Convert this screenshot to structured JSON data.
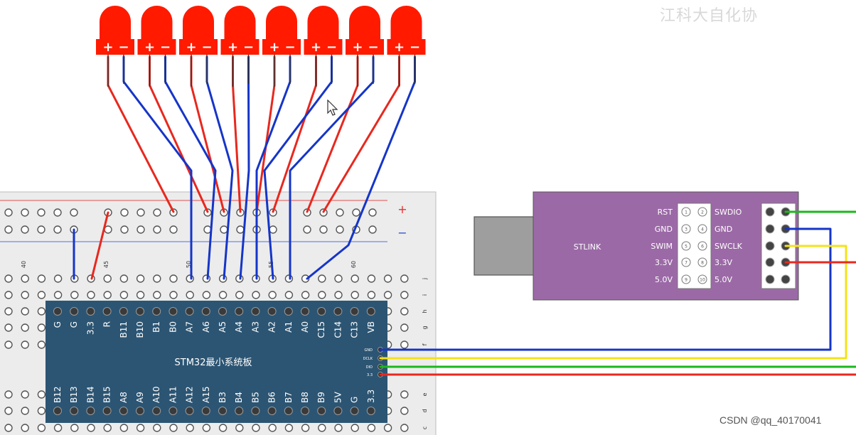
{
  "leds": {
    "count": 8,
    "polarity_plus": "+",
    "polarity_minus": "−",
    "color": "#ff1a00"
  },
  "breadboard": {
    "rail_plus": "+",
    "rail_minus": "−",
    "col_numbers": [
      "40",
      "45",
      "50",
      "55",
      "60"
    ],
    "row_letters_top": [
      "j",
      "i",
      "h",
      "g",
      "f"
    ],
    "row_letters_bottom": [
      "e",
      "d",
      "c"
    ]
  },
  "mcu": {
    "title": "STM32最小系统板",
    "pins_top": [
      "G",
      "G",
      "3.3",
      "R",
      "B11",
      "B10",
      "B1",
      "B0",
      "A7",
      "A6",
      "A5",
      "A4",
      "A3",
      "A2",
      "A1",
      "A0",
      "C15",
      "C14",
      "C13",
      "VB"
    ],
    "pins_bottom": [
      "B12",
      "B13",
      "B14",
      "B15",
      "A8",
      "A9",
      "A10",
      "A11",
      "A12",
      "A15",
      "B3",
      "B4",
      "B5",
      "B6",
      "B7",
      "B8",
      "B9",
      "5V",
      "G",
      "3.3"
    ],
    "swd_pins": [
      "GND",
      "DCLK",
      "DIO",
      "3.3"
    ],
    "color": "#2c5573"
  },
  "stlink": {
    "name": "STLINK",
    "left_labels": [
      "RST",
      "GND",
      "SWIM",
      "3.3V",
      "5.0V"
    ],
    "right_labels": [
      "SWDIO",
      "GND",
      "SWCLK",
      "3.3V",
      "5.0V"
    ],
    "pin_numbers": [
      "1",
      "2",
      "3",
      "4",
      "5",
      "6",
      "7",
      "8",
      "9",
      "10"
    ],
    "color": "#9b6aa6"
  },
  "wire_colors": {
    "red": "#e8281e",
    "blue": "#1535c8",
    "green": "#1bb81b",
    "yellow": "#f4e21a"
  },
  "watermark": "CSDN @qq_40170041",
  "top_logo_text": "江科大自化协"
}
